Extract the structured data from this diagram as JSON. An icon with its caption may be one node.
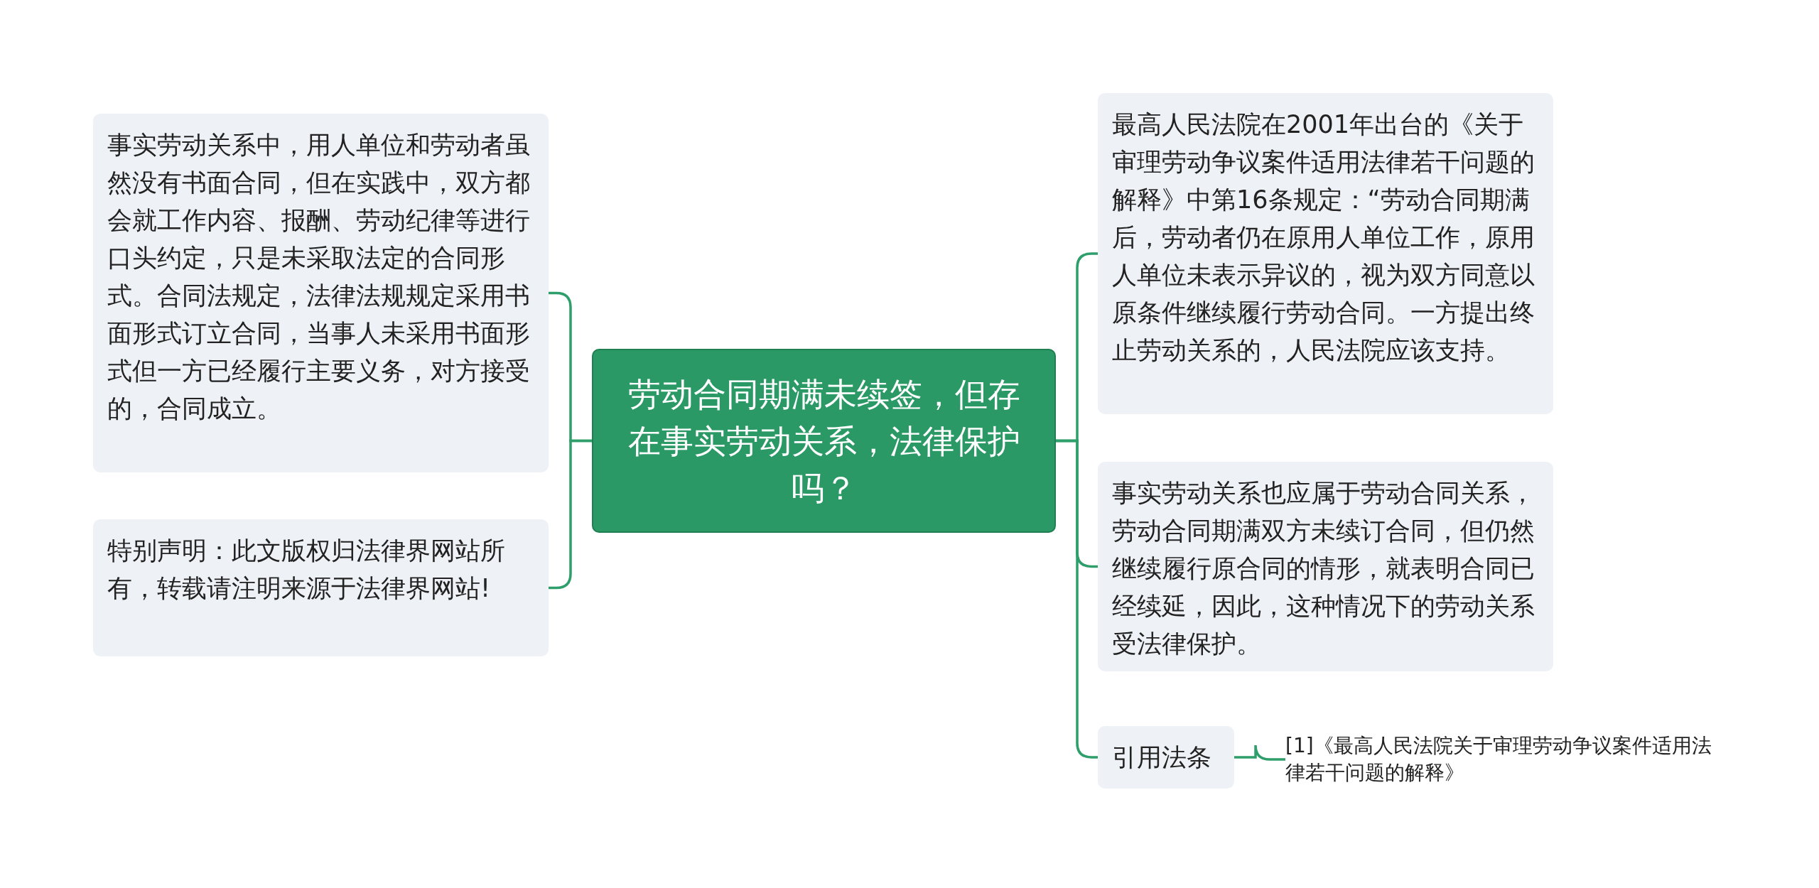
{
  "diagram": {
    "nodes": [
      {
        "text": [
          "劳动合同期满未续签，但存在事实劳动关系，法律保护吗？"
        ]
      },
      {
        "text": [
          "事实劳动关系中，用人单位和劳动者虽然没有书面合同，但在实践中，双方都会就工作内容、报酬、劳动纪律等进行口头约定，只是未采取法定的合同形式。合同法规定，法律法规规定采用书面形式订立合同，当事人未采用书面形式但一方已经履行主要义务，对方接受的，合同成立。"
        ]
      },
      {
        "text": [
          "特别声明：此文版权归法律界网站所有，转载请注明来源于法律界网站!"
        ]
      },
      {
        "text": [
          "最高人民法院在2001年出台的《关于审理劳动争议案件适用法律若干问题的解释》中第16条规定：“劳动合同期满后，劳动者仍在原用人单位工作，原用人单位未表示异议的，视为双方同意以原条件继续履行劳动合同。一方提出终止劳动关系的，人民法院应该支持。"
        ]
      },
      {
        "text": [
          "事实劳动关系也应属于劳动合同关系，劳动合同期满双方未续订合同，但仍然继续履行原合同的情形，就表明合同已经续延，因此，这种情况下的劳动关系受法律保护。"
        ]
      },
      {
        "text": [
          "引用法条"
        ]
      },
      {
        "text": [
          "[1]《最高人民法院关于审理劳动争议案件适用法律若干问题的解释》"
        ]
      }
    ],
    "edges": [
      {
        "from": 0,
        "to": 1,
        "arrow": "none"
      },
      {
        "from": 0,
        "to": 2,
        "arrow": "none"
      },
      {
        "from": 0,
        "to": 3,
        "arrow": "none"
      },
      {
        "from": 0,
        "to": 4,
        "arrow": "none"
      },
      {
        "from": 0,
        "to": 5,
        "arrow": "none"
      },
      {
        "from": 5,
        "to": 6,
        "arrow": "none"
      }
    ]
  }
}
